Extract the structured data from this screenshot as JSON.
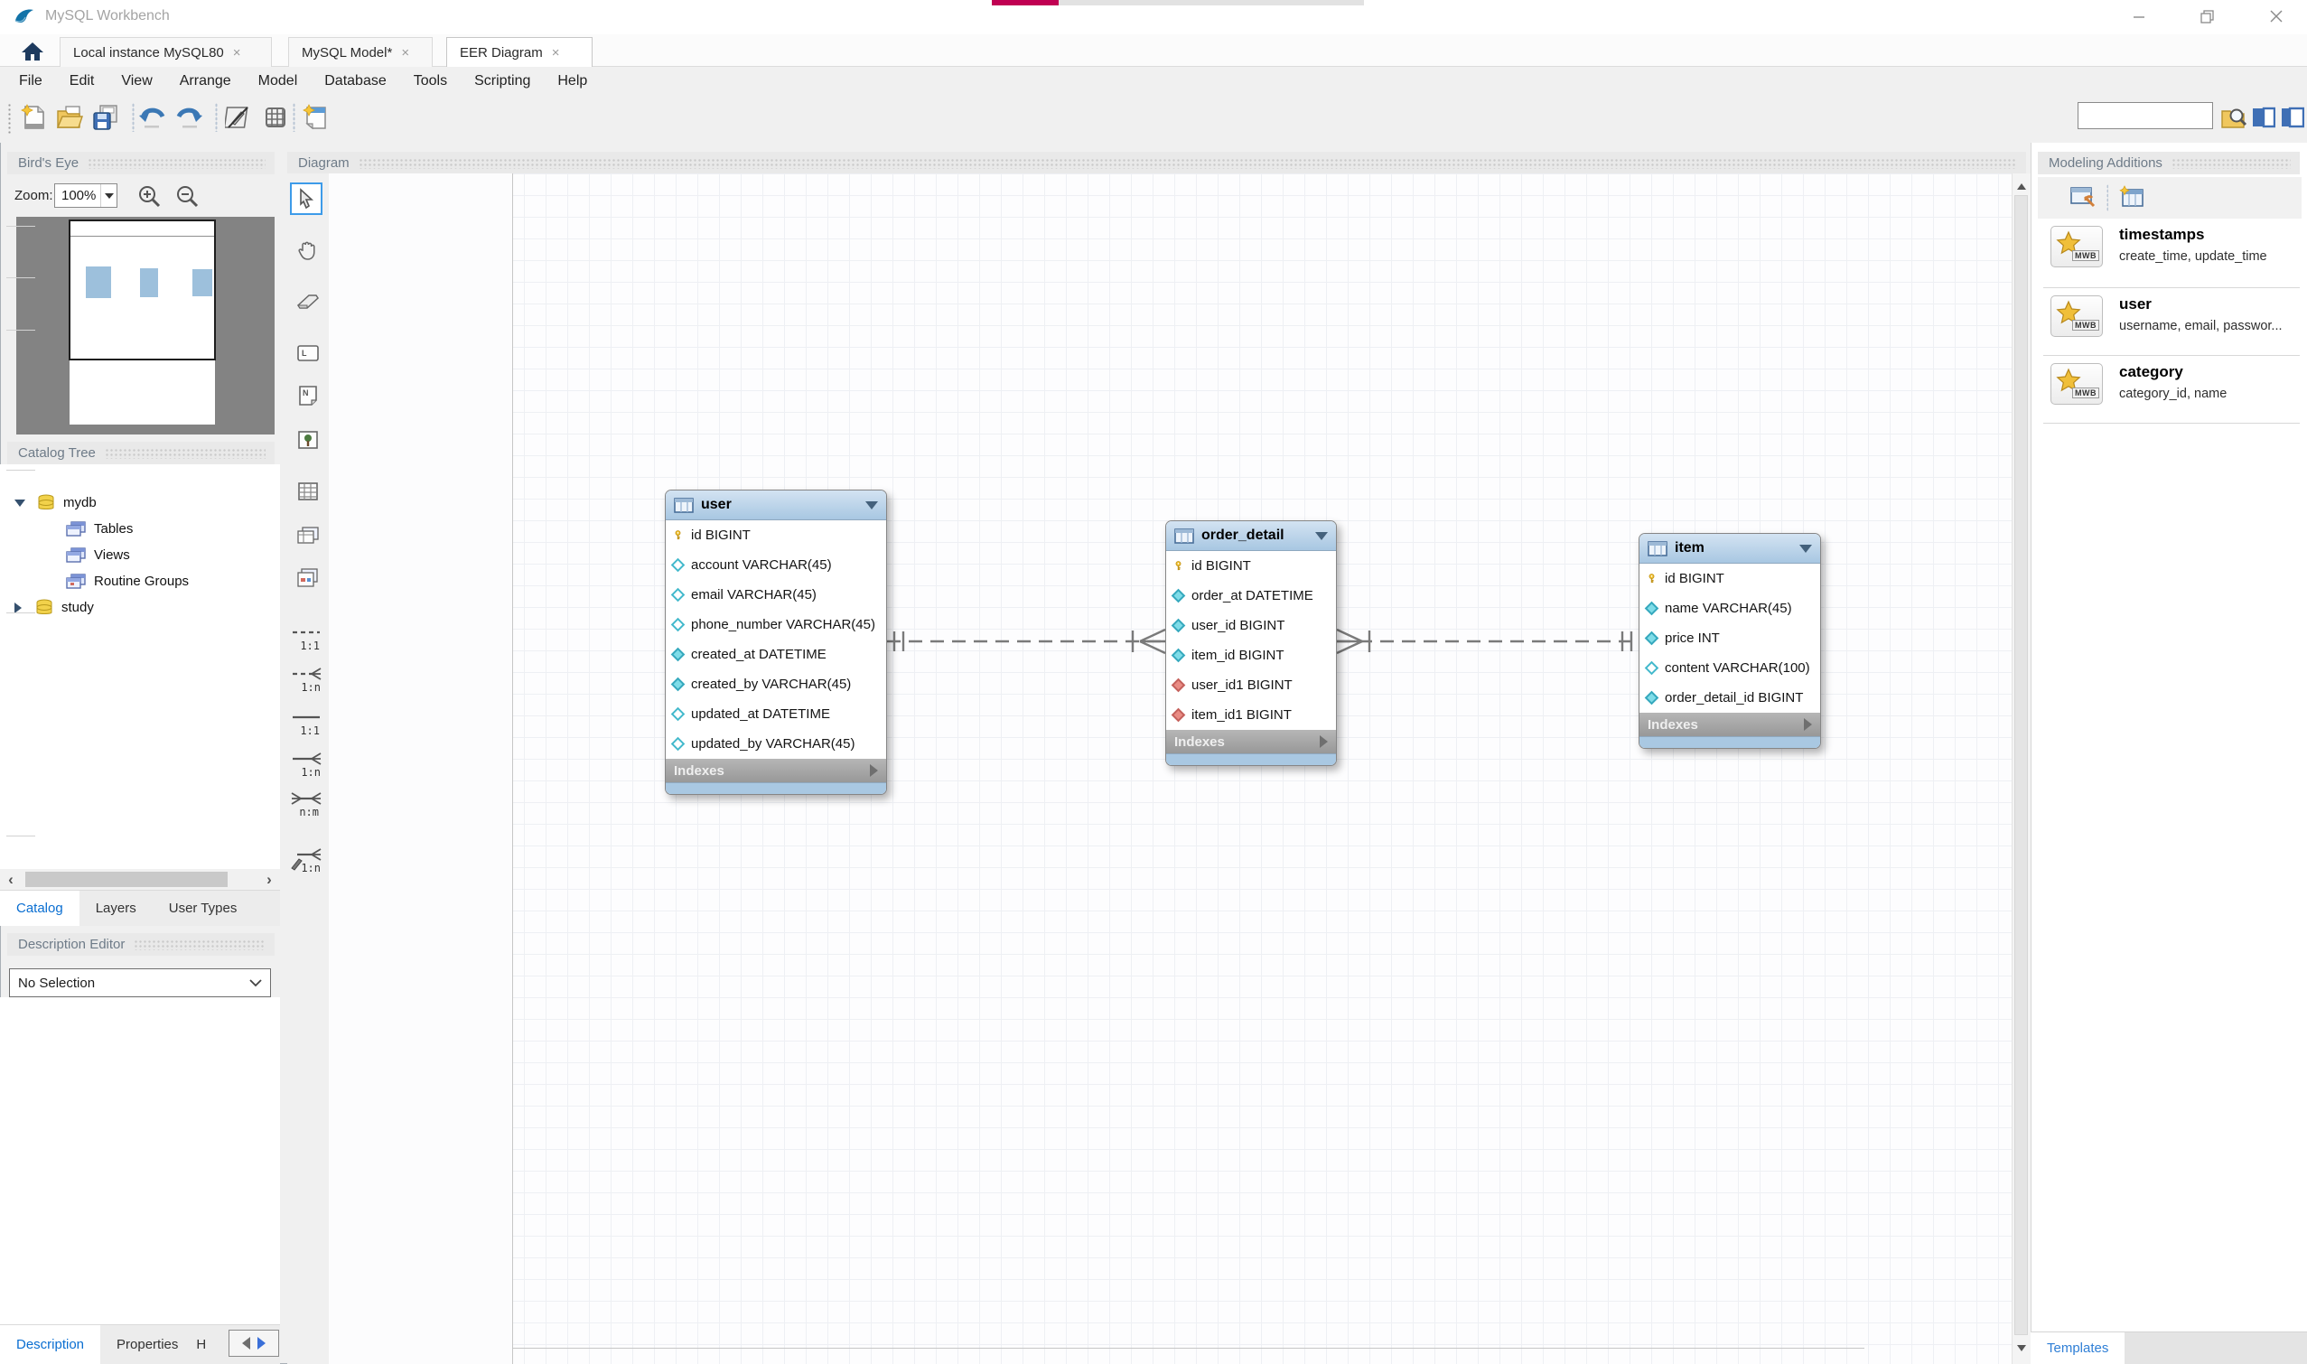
{
  "window": {
    "title": "MySQL Workbench"
  },
  "header_tabs": [
    {
      "label": "Local instance MySQL80",
      "close": "×"
    },
    {
      "label": "MySQL Model*",
      "close": "×"
    },
    {
      "label": "EER Diagram",
      "close": "×"
    }
  ],
  "menu": {
    "items": [
      "File",
      "Edit",
      "View",
      "Arrange",
      "Model",
      "Database",
      "Tools",
      "Scripting",
      "Help"
    ]
  },
  "toolbar": {
    "search_value": ""
  },
  "sidebar": {
    "birds_eye": {
      "title": "Bird's Eye",
      "zoom_label": "Zoom:",
      "zoom_value": "100%"
    },
    "catalog": {
      "title": "Catalog Tree",
      "schema1": "mydb",
      "schema1_children": [
        "Tables",
        "Views",
        "Routine Groups"
      ],
      "schema2": "study"
    },
    "tabs": [
      "Catalog",
      "Layers",
      "User Types"
    ],
    "description_editor": {
      "title": "Description Editor",
      "selection": "No Selection"
    },
    "bottom_tabs": [
      "Description",
      "Properties",
      "H"
    ]
  },
  "tools": {
    "labels": {
      "t1": "1:1",
      "t2": "1:n",
      "t3": "1:1",
      "t4": "1:n",
      "t5": "n:m",
      "t6": "1:n"
    },
    "layer_glyph": "L",
    "note_glyph": "N"
  },
  "diagram": {
    "title": "Diagram",
    "tables": [
      {
        "name": "user",
        "indexes": "Indexes",
        "fields": [
          {
            "label": "id BIGINT",
            "icon": "key"
          },
          {
            "label": "account VARCHAR(45)",
            "icon": "diamond-hollow"
          },
          {
            "label": "email VARCHAR(45)",
            "icon": "diamond-hollow"
          },
          {
            "label": "phone_number VARCHAR(45)",
            "icon": "diamond-hollow"
          },
          {
            "label": "created_at DATETIME",
            "icon": "diamond-filled"
          },
          {
            "label": "created_by VARCHAR(45)",
            "icon": "diamond-filled"
          },
          {
            "label": "updated_at DATETIME",
            "icon": "diamond-hollow"
          },
          {
            "label": "updated_by VARCHAR(45)",
            "icon": "diamond-hollow"
          }
        ]
      },
      {
        "name": "order_detail",
        "indexes": "Indexes",
        "fields": [
          {
            "label": "id BIGINT",
            "icon": "key"
          },
          {
            "label": "order_at DATETIME",
            "icon": "diamond-filled"
          },
          {
            "label": "user_id BIGINT",
            "icon": "diamond-filled"
          },
          {
            "label": "item_id BIGINT",
            "icon": "diamond-filled"
          },
          {
            "label": "user_id1 BIGINT",
            "icon": "diamond-red"
          },
          {
            "label": "item_id1 BIGINT",
            "icon": "diamond-red"
          }
        ]
      },
      {
        "name": "item",
        "indexes": "Indexes",
        "fields": [
          {
            "label": "id BIGINT",
            "icon": "key"
          },
          {
            "label": "name VARCHAR(45)",
            "icon": "diamond-filled"
          },
          {
            "label": "price INT",
            "icon": "diamond-filled"
          },
          {
            "label": "content VARCHAR(100)",
            "icon": "diamond-hollow"
          },
          {
            "label": "order_detail_id BIGINT",
            "icon": "diamond-filled"
          }
        ]
      }
    ],
    "relationships": [
      {
        "from": "user",
        "to": "order_detail",
        "cardinality": "1:n",
        "style": "dashed-non-identifying"
      },
      {
        "from": "item",
        "to": "order_detail",
        "cardinality": "1:n",
        "style": "dashed-non-identifying"
      }
    ]
  },
  "modeling_additions": {
    "title": "Modeling Additions",
    "badge": "MWB",
    "items": [
      {
        "name": "timestamps",
        "desc": "create_time, update_time"
      },
      {
        "name": "user",
        "desc": "username, email, passwor..."
      },
      {
        "name": "category",
        "desc": "category_id, name"
      }
    ],
    "templates_tab": "Templates"
  },
  "colors": {
    "table_header": "#b3cee6",
    "progress_pink": "#c00052",
    "accent_blue": "#3b78b5",
    "pk_yellow": "#f2c12e",
    "attr_cyan": "#5ecbdb",
    "fk_red": "#e2837d",
    "active_tab_text": "#0a6ed1"
  }
}
